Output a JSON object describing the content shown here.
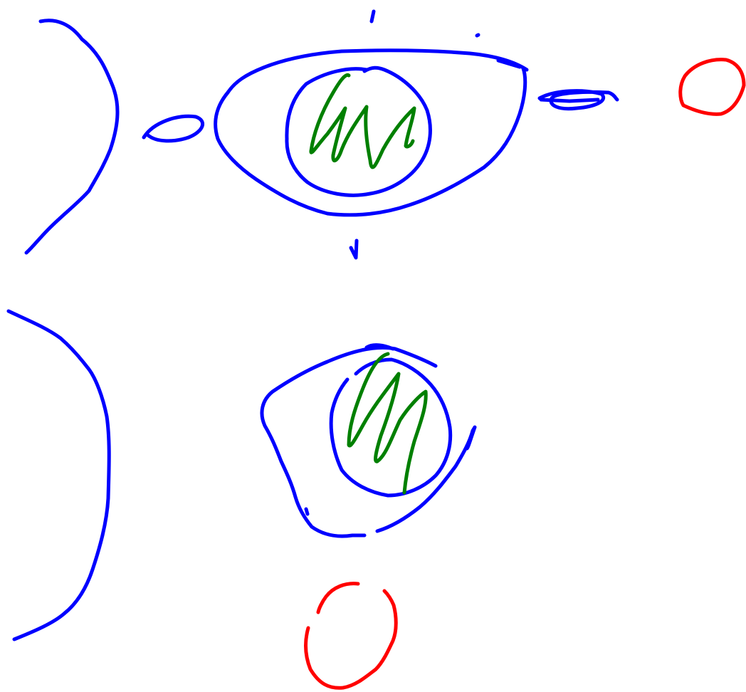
{
  "colors": {
    "background": "#ffffff",
    "membrane": "#0000ff",
    "chromatin": "#008000",
    "organelle": "#ff0000"
  },
  "strokes": [
    {
      "name": "top-left-arc-stroke",
      "color": "membrane"
    },
    {
      "name": "top-small-ellipse-stroke",
      "color": "membrane"
    },
    {
      "name": "top-tick-mark-upper-stroke",
      "color": "membrane"
    },
    {
      "name": "top-dot-mark-stroke",
      "color": "membrane"
    },
    {
      "name": "top-tick-mark-lower-stroke",
      "color": "membrane"
    },
    {
      "name": "top-cell-outer-membrane-stroke",
      "color": "membrane"
    },
    {
      "name": "top-nucleus-stroke",
      "color": "membrane"
    },
    {
      "name": "top-chromatin-squiggle-stroke",
      "color": "chromatin"
    },
    {
      "name": "top-flat-oval-stroke",
      "color": "membrane"
    },
    {
      "name": "top-red-circle-stroke",
      "color": "organelle"
    },
    {
      "name": "bottom-left-arc-stroke",
      "color": "membrane"
    },
    {
      "name": "bottom-cell-outer-membrane-stroke",
      "color": "membrane"
    },
    {
      "name": "bottom-membrane-fragment-stroke",
      "color": "membrane"
    },
    {
      "name": "bottom-nucleus-stroke",
      "color": "membrane"
    },
    {
      "name": "bottom-chromatin-squiggle-stroke",
      "color": "chromatin"
    },
    {
      "name": "bottom-red-circle-stroke",
      "color": "organelle"
    }
  ]
}
